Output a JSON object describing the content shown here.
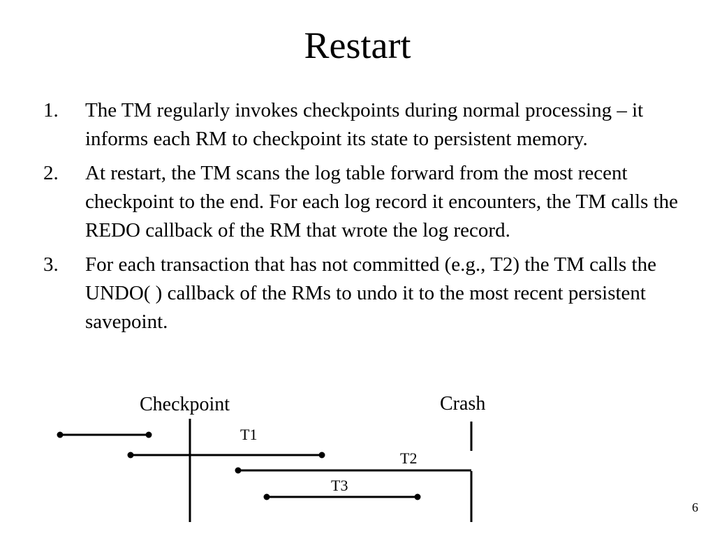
{
  "slide": {
    "title": "Restart",
    "items": [
      {
        "number": "1.",
        "text": "The TM regularly invokes checkpoints during normal processing – it informs each RM to checkpoint its state to persistent memory."
      },
      {
        "number": "2.",
        "text": "At restart, the TM scans the log table forward from the most recent checkpoint to the end. For each log record it encounters, the TM calls the REDO callback of the RM that wrote the log record."
      },
      {
        "number": "3.",
        "text": "For each transaction that has not committed (e.g., T2) the TM calls the UNDO( ) callback of the RMs to undo it to the most recent persistent savepoint."
      }
    ],
    "page_number": "6"
  },
  "diagram": {
    "checkpoint_label": "Checkpoint",
    "crash_label": "Crash",
    "transactions": [
      {
        "label": "T1"
      },
      {
        "label": "T2"
      },
      {
        "label": "T3"
      }
    ]
  }
}
